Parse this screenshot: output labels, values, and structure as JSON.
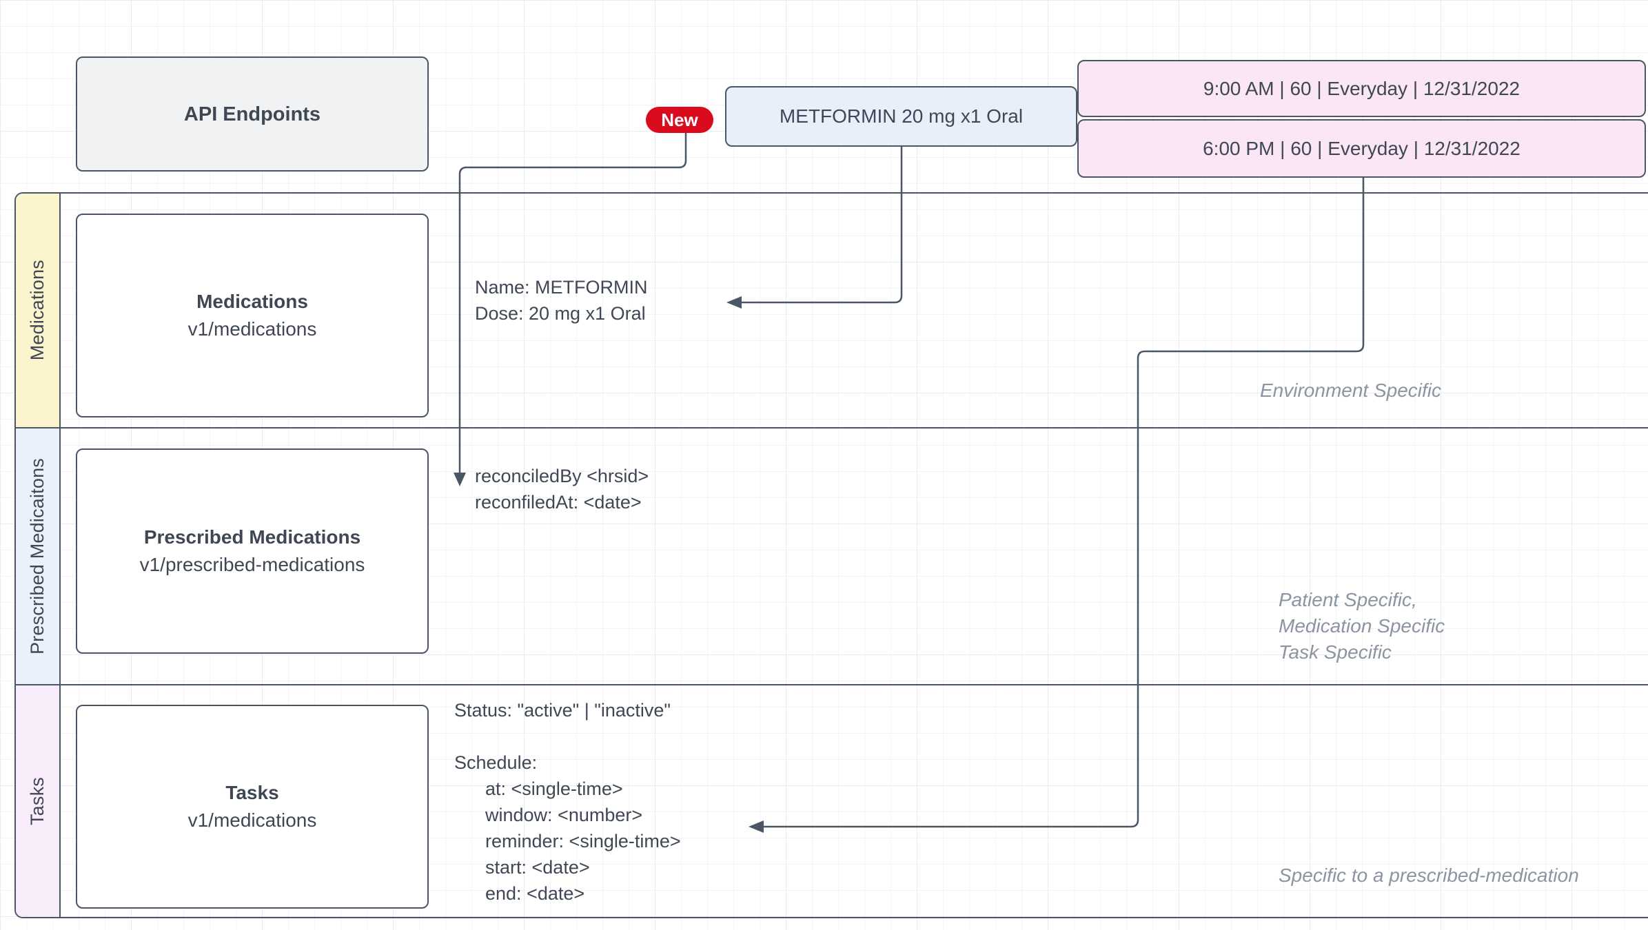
{
  "colors": {
    "ink": "#4a5565",
    "text": "#3f4755",
    "muted": "#8c94a2",
    "red": "#db0b1e",
    "blue-fill": "#e8effb",
    "pink-fill": "#fbe6f5",
    "gray-fill": "#f1f2f4",
    "yellow-label": "#fbf4cd",
    "blue-label": "#eaf1fc",
    "pink-label": "#f9ecfa"
  },
  "header": {
    "title": "API Endpoints"
  },
  "medication": {
    "badge": "New",
    "pill": "METFORMIN 20 mg x1 Oral"
  },
  "schedules": [
    {
      "label": "9:00 AM | 60 | Everyday | 12/31/2022"
    },
    {
      "label": "6:00 PM | 60 | Everyday | 12/31/2022"
    }
  ],
  "lanes": [
    {
      "label": "Medications"
    },
    {
      "label": "Prescribed Medicaitons"
    },
    {
      "label": "Tasks"
    }
  ],
  "endpoints": {
    "medications": {
      "title": "Medications",
      "path": "v1/medications"
    },
    "prescribed": {
      "title": "Prescribed Medications",
      "path": "v1/prescribed-medications"
    },
    "tasks": {
      "title": "Tasks",
      "path": "v1/medications"
    }
  },
  "annotations": {
    "name_dose": {
      "lines": [
        "Name: METFORMIN",
        "Dose: 20 mg x1 Oral"
      ]
    },
    "reconciled": {
      "lines": [
        "reconciledBy <hrsid>",
        "reconfiledAt: <date>"
      ]
    },
    "task_fields": {
      "lines": [
        "Status: \"active\" | \"inactive\"",
        "",
        "Schedule:",
        "      at: <single-time>",
        "      window: <number>",
        "      reminder: <single-time>",
        "      start: <date>",
        "      end: <date>"
      ]
    },
    "environment": "Environment Specific",
    "patient": {
      "lines": [
        "Patient Specific,",
        "Medication Specific",
        "Task Specific"
      ]
    },
    "prescribed_specific": "Specific to a prescribed-medication"
  }
}
